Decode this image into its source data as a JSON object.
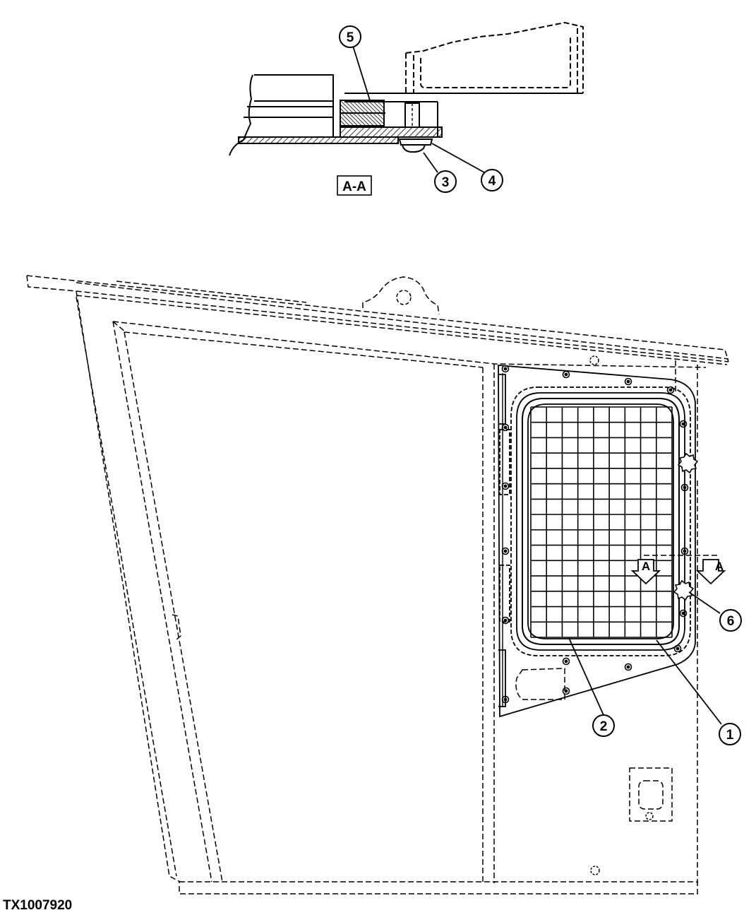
{
  "figure_id": "TX1007920",
  "section_label": "A-A",
  "section_arrow_letter": "A",
  "callouts": [
    {
      "key": "c1",
      "number": "1"
    },
    {
      "key": "c2",
      "number": "2"
    },
    {
      "key": "c3",
      "number": "3"
    },
    {
      "key": "c4",
      "number": "4"
    },
    {
      "key": "c5",
      "number": "5"
    },
    {
      "key": "c6",
      "number": "6"
    }
  ],
  "colors": {
    "line": "#000000",
    "background": "#ffffff"
  }
}
